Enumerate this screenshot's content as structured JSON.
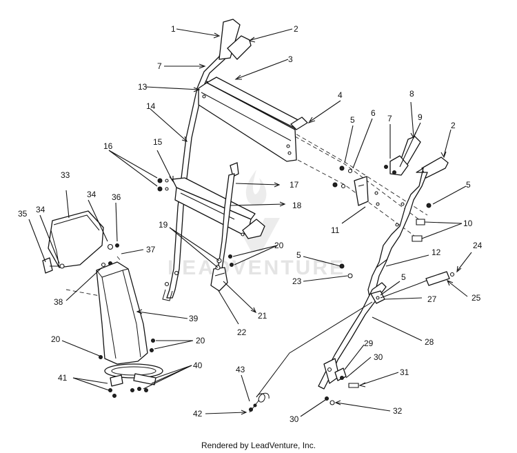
{
  "diagram": {
    "callouts": [
      "1",
      "2",
      "3",
      "4",
      "5",
      "6",
      "7",
      "8",
      "9",
      "10",
      "11",
      "12",
      "13",
      "14",
      "15",
      "16",
      "17",
      "18",
      "19",
      "20",
      "21",
      "22",
      "23",
      "24",
      "25",
      "27",
      "28",
      "29",
      "30",
      "31",
      "32",
      "33",
      "34",
      "35",
      "36",
      "37",
      "38",
      "39",
      "40",
      "41",
      "42",
      "43"
    ],
    "watermark": "LEADVENTURE",
    "footer": "Rendered by LeadVenture, Inc."
  },
  "colors": {
    "line": "#111111",
    "watermark": "#e4e4e4",
    "background": "#ffffff"
  }
}
